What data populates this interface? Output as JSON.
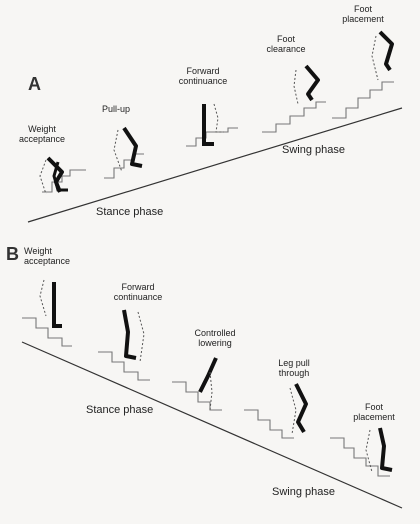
{
  "panel_a": {
    "letter": "A",
    "events": [
      {
        "label": "Weight acceptance"
      },
      {
        "label": "Pull-up"
      },
      {
        "label": "Forward continuance"
      },
      {
        "label": "Foot clearance"
      },
      {
        "label": "Foot placement"
      }
    ],
    "stance_label": "Stance phase",
    "swing_label": "Swing phase"
  },
  "panel_b": {
    "letter": "B",
    "events": [
      {
        "label": "Weight acceptance"
      },
      {
        "label": "Forward continuance"
      },
      {
        "label": "Controlled lowering"
      },
      {
        "label": "Leg pull through"
      },
      {
        "label": "Foot placement"
      }
    ],
    "stance_label": "Stance phase",
    "swing_label": "Swing phase"
  },
  "colors": {
    "background": "#f7f6f4",
    "ink": "#111111",
    "stairs": "#777777",
    "dashed": "#555555"
  }
}
